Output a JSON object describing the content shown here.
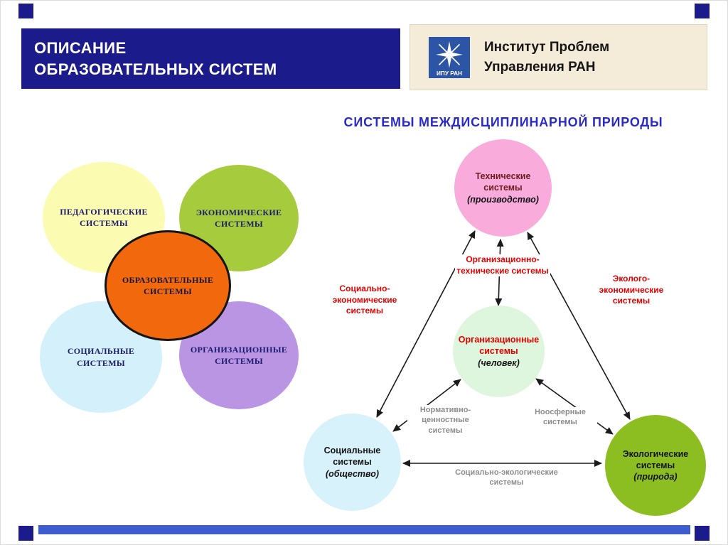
{
  "header": {
    "line1": "ОПИСАНИЕ",
    "line2": "ОБРАЗОВАТЕЛЬНЫХ СИСТЕМ"
  },
  "institute": {
    "line1": "Институт Проблем",
    "line2": "Управления РАН"
  },
  "main_title": "СИСТЕМЫ МЕЖДИСЦИПЛИНАРНОЙ ПРИРОДЫ",
  "icons": {
    "logo": "ipu-ran-logo"
  },
  "colors": {
    "header_bg": "#1b1b8c",
    "banner_bg": "#f4ecd8",
    "title_text": "#2a2ac8",
    "accent_red": "#e60000",
    "label_gray": "#8c8c8c",
    "bottom_bar": "#3d5ccf"
  },
  "flower": {
    "center": {
      "label": "ОБРАЗОВАТЕЛЬНЫЕ СИСТЕМЫ",
      "color": "#f2690d"
    },
    "petals": [
      {
        "label": "ПЕДАГОГИЧЕСКИЕ СИСТЕМЫ",
        "color": "#fbfbb2"
      },
      {
        "label": "ЭКОНОМИЧЕСКИЕ СИСТЕМЫ",
        "color": "#a6cb3c"
      },
      {
        "label": "СОЦИАЛЬНЫЕ СИСТЕМЫ",
        "color": "#d4f1fb"
      },
      {
        "label": "ОРГАНИЗАЦИОННЫЕ СИСТЕМЫ",
        "color": "#ba95e4"
      }
    ]
  },
  "triangle": {
    "nodes": [
      {
        "title": "Технические системы",
        "subtitle": "(производство)",
        "color": "#f9abdb"
      },
      {
        "title": "Организационные системы",
        "subtitle": "(человек)",
        "color": "#ddf6dd"
      },
      {
        "title": "Социальные системы",
        "subtitle": "(общество)",
        "color": "#d8f2fb"
      },
      {
        "title": "Экологические системы",
        "subtitle": "(природа)",
        "color": "#8dbe21"
      }
    ],
    "edge_labels": [
      {
        "text": "Социально-экономические системы",
        "tone": "red"
      },
      {
        "text": "Организационно-технические системы",
        "tone": "red"
      },
      {
        "text": "Эколого-экономические системы",
        "tone": "red"
      },
      {
        "text": "Нормативно-ценностные системы",
        "tone": "gray"
      },
      {
        "text": "Ноосферные системы",
        "tone": "gray"
      },
      {
        "text": "Социально-экологические системы",
        "tone": "gray"
      }
    ]
  }
}
